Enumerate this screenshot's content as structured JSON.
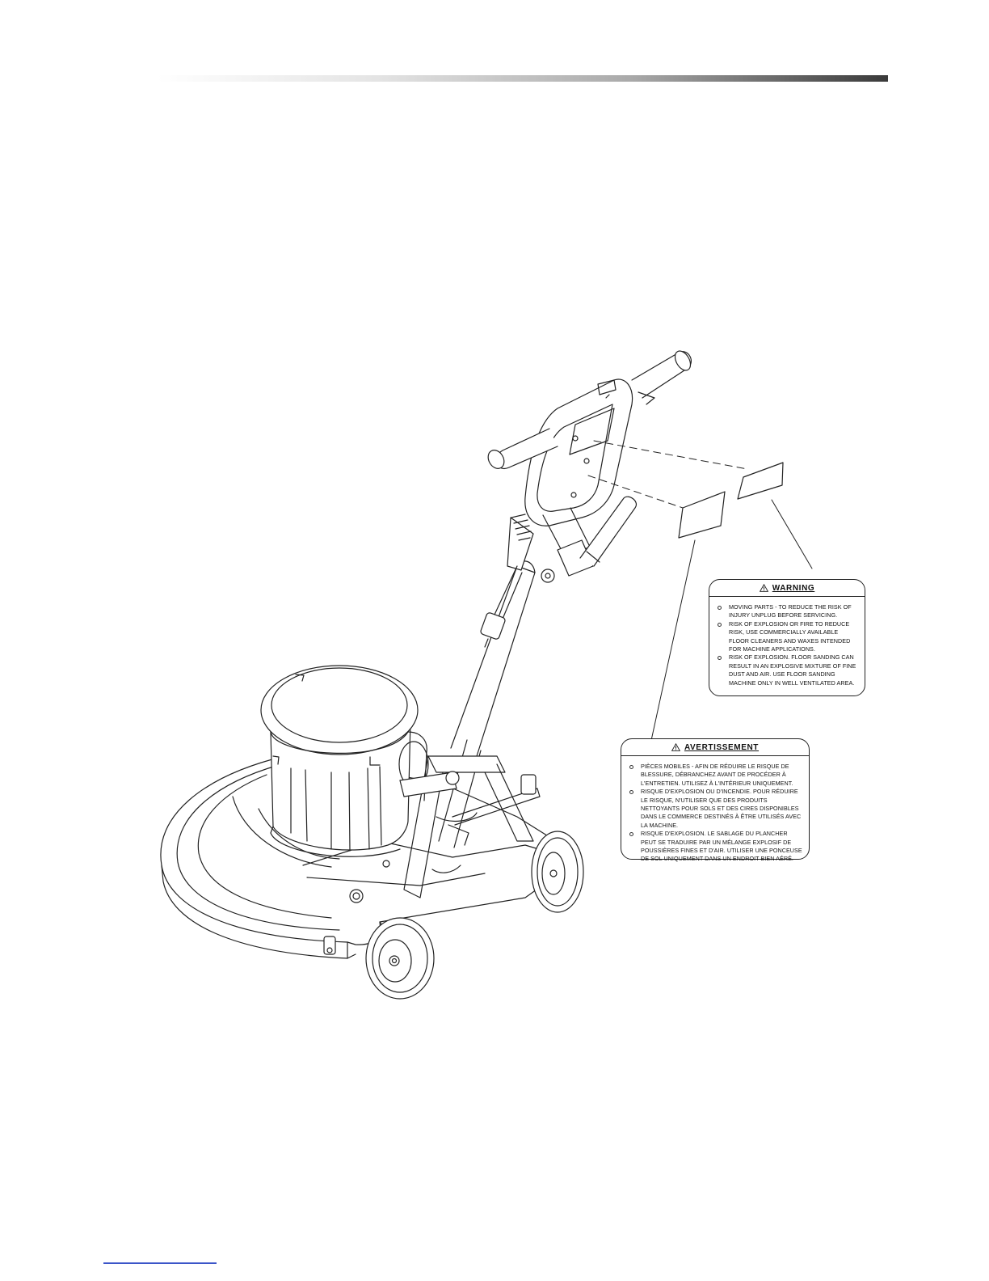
{
  "warning_label_en": {
    "heading": "WARNING",
    "items": [
      "MOVING PARTS - TO REDUCE THE RISK OF INJURY UNPLUG BEFORE SERVICING.",
      "RISK OF EXPLOSION OR FIRE TO REDUCE RISK, USE COMMERCIALLY AVAILABLE FLOOR CLEANERS AND WAXES INTENDED FOR MACHINE APPLICATIONS.",
      "RISK OF EXPLOSION. FLOOR SANDING CAN RESULT IN AN EXPLOSIVE MIXTURE OF FINE DUST AND AIR. USE FLOOR SANDING MACHINE ONLY IN WELL VENTILATED AREA."
    ]
  },
  "warning_label_fr": {
    "heading": "AVERTISSEMENT",
    "items": [
      "PIÈCES MOBILES - AFIN DE RÉDUIRE LE RISQUE DE BLESSURE, DÉBRANCHEZ AVANT DE PROCÉDER À L'ENTRETIEN. UTILISEZ À L'INTÉRIEUR UNIQUEMENT.",
      "RISQUE D'EXPLOSION OU D'INCENDIE. POUR RÉDUIRE LE RISQUE, N'UTILISER QUE DES PRODUITS NETTOYANTS POUR SOLS ET DES CIRES DISPONIBLES DANS LE COMMERCE DESTINÉS À ÊTRE UTILISÉS AVEC LA MACHINE.",
      "RISQUE D'EXPLOSION. LE SABLAGE DU PLANCHER PEUT SE TRADUIRE PAR UN MÉLANGE EXPLOSIF DE POUSSIÈRES FINES ET D'AIR. UTILISER UNE PONCEUSE DE SOL UNIQUEMENT DANS UN ENDROIT BIEN AÉRÉ."
    ]
  },
  "icons": {
    "warning": "warning-triangle-icon"
  },
  "colors": {
    "line": "#222222",
    "footer_link": "#3b55c8"
  }
}
